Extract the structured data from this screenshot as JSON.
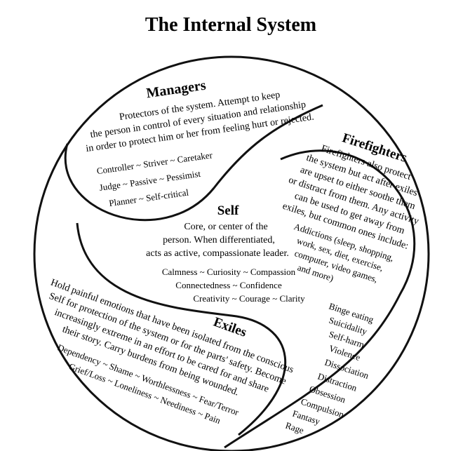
{
  "title": "The Internal System",
  "managers": {
    "heading": "Managers",
    "desc": [
      "Protectors of the system. Attempt to keep",
      "the person in control of every situation and relationship",
      "in order to protect him or her from feeling hurt or rejected."
    ],
    "types": [
      "Controller ~ Striver ~ Caretaker",
      "Judge ~ Passive ~ Pessimist",
      "Planner ~ Self-critical"
    ]
  },
  "firefighters": {
    "heading": "Firefighters",
    "desc": [
      "Firefighters also protect",
      "the system but act after exiles",
      "are upset to either soothe them",
      "or distract from them. Any activity",
      "can be used to get away from",
      "exiles, but common ones include:"
    ],
    "activities": [
      "Addictions (sleep, shopping,",
      "work, sex, diet, exercise,",
      "computer, video games,",
      "and more)",
      "Binge eating",
      "Suicidality",
      "Self-harm",
      "Violence",
      "Dissociation",
      "Distraction",
      "Obsession",
      "Compulsion",
      "Fantasy",
      "Rage"
    ]
  },
  "self": {
    "heading": "Self",
    "desc": [
      "Core, or center of the",
      "person. When differentiated,",
      "acts as active, compassionate leader."
    ],
    "qualities": [
      "Calmness ~ Curiosity ~ Compassion",
      "Connectedness ~ Confidence",
      "Creativity ~ Courage ~ Clarity"
    ]
  },
  "exiles": {
    "heading": "Exiles",
    "desc": [
      "Hold painful emotions that have been isolated from the conscious",
      "Self for protection of the system or for the parts' safety. Become",
      "increasingly extreme in an effort to be cared for and share",
      "their story. Carry burdens from being wounded."
    ],
    "burdens": [
      "Dependency ~ Shame ~ Worthlessness ~ Fear/Terror",
      "Grief/Loss ~ Loneliness ~ Neediness ~ Pain"
    ]
  }
}
